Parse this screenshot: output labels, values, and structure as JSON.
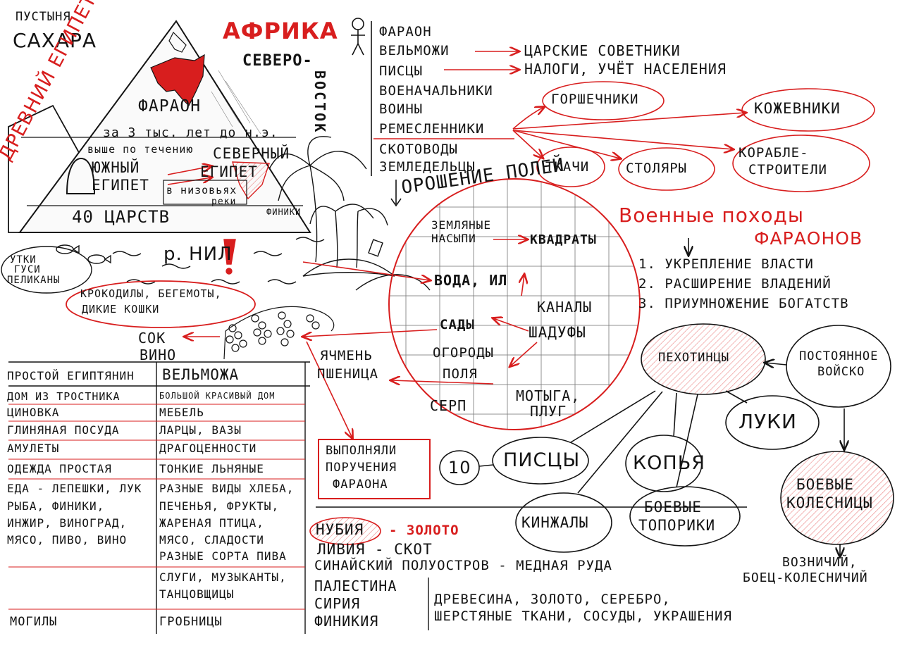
{
  "colors": {
    "ink": "#141414",
    "red": "#d81e1e",
    "hatch": "#e7a9a9"
  },
  "top": {
    "desert": [
      "ПУСТЫНЯ",
      "САХАРА"
    ],
    "africa": "АФРИКА",
    "northeast_1": "СЕВЕРО-",
    "northeast_2": "ВОСТОК"
  },
  "pyramid": {
    "ancient_egypt": "ДРЕВНИЙ ЕГИПЕТ",
    "pharaoh": "ФАРАОН",
    "era": "за 3 тыс. лет до н.э.",
    "upstream": "выше по течению",
    "south_1": "ЮЖНЫЙ",
    "south_2": "ЕГИПЕТ",
    "north_1": "СЕВЕРНЫЙ",
    "north_2": "ЕГИПЕТ",
    "downstream_1": "в низовьях",
    "downstream_2": "реки",
    "kingdoms": "40 ЦАРСТВ",
    "dates": "ФИНИКИ"
  },
  "nile": {
    "river": "р. НИЛ",
    "birds": [
      "УТКИ",
      "ГУСИ",
      "ПЕЛИКАНЫ"
    ],
    "animals": [
      "КРОКОДИЛЫ, БЕГЕМОТЫ,",
      "ДИКИЕ КОШКИ"
    ],
    "juice": [
      "СОК",
      "ВИНО"
    ]
  },
  "hierarchy": {
    "levels": [
      "ФАРАОН",
      "ВЕЛЬМОЖИ",
      "ПИСЦЫ",
      "ВОЕНАЧАЛЬНИКИ",
      "ВОИНЫ",
      "РЕМЕСЛЕННИКИ",
      "СКОТОВОДЫ",
      "ЗЕМЛЕДЕЛЬЦЫ"
    ],
    "nobles_role": "ЦАРСКИЕ СОВЕТНИКИ",
    "scribes_role": "НАЛОГИ, УЧЁТ НАСЕЛЕНИЯ",
    "crafts": [
      "ГОРШЕЧНИКИ",
      "КОЖЕВНИКИ",
      "ТКАЧИ",
      "СТОЛЯРЫ",
      "КОРАБЛЕ-",
      "СТРОИТЕЛИ"
    ]
  },
  "irrigation": {
    "title": "ОРОШЕНИЕ ПОЛЕЙ",
    "mounds_1": "ЗЕМЛЯНЫЕ",
    "mounds_2": "НАСЫПИ",
    "squares": "КВАДРАТЫ",
    "water": "ВОДА, ИЛ",
    "canals": "КАНАЛЫ",
    "gardens": "САДЫ",
    "shadufs": "ШАДУФЫ",
    "vegetable": "ОГОРОДЫ",
    "fields": "ПОЛЯ",
    "sickle": "СЕРП",
    "hoe_1": "МОТЫГА,",
    "hoe_2": "ПЛУГ",
    "barley_1": "ЯЧМЕНЬ",
    "barley_2": "ПШЕНИЦА"
  },
  "table": {
    "headers": [
      "ПРОСТОЙ ЕГИПТЯНИН",
      "ВЕЛЬМОЖА"
    ],
    "left": [
      "ДОМ ИЗ ТРОСТНИКА",
      "ЦИНОВКА",
      "ГЛИНЯНАЯ ПОСУДА",
      "АМУЛЕТЫ",
      "ОДЕЖДА ПРОСТАЯ",
      "ЕДА - ЛЕПЕШКИ, ЛУК",
      "РЫБА, ФИНИКИ,",
      "ИНЖИР, ВИНОГРАД,",
      "МЯСО, ПИВО, ВИНО",
      "",
      "",
      "",
      "МОГИЛЫ"
    ],
    "right": [
      "БОЛЬШОЙ КРАСИВЫЙ ДОМ",
      "МЕБЕЛЬ",
      "ЛАРЦЫ, ВАЗЫ",
      "ДРАГОЦЕННОСТИ",
      "ТОНКИЕ ЛЬНЯНЫЕ",
      "РАЗНЫЕ ВИДЫ ХЛЕБА,",
      "ПЕЧЕНЬЯ, ФРУКТЫ,",
      "ЖАРЕНАЯ ПТИЦА,",
      "МЯСО, СЛАДОСТИ",
      "РАЗНЫЕ СОРТА ПИВА",
      "СЛУГИ, МУЗЫКАНТЫ,",
      "ТАНЦОВЩИЦЫ",
      "ГРОБНИЦЫ"
    ],
    "errands": [
      "ВЫПОЛНЯЛИ",
      "ПОРУЧЕНИЯ",
      "ФАРАОНА"
    ]
  },
  "campaigns": {
    "title_1": "Военные походы",
    "title_2": "ФАРАОНОВ",
    "goals": [
      "1. УКРЕПЛЕНИЕ ВЛАСТИ",
      "2. РАСШИРЕНИЕ ВЛАДЕНИЙ",
      "3. ПРИУМНОЖЕНИЕ БОГАТСТВ"
    ]
  },
  "army": {
    "infantry": "ПЕХОТИНЦЫ",
    "standing_1": "ПОСТОЯННОЕ",
    "standing_2": "ВОЙСКО",
    "bows": "ЛУКИ",
    "spears": "КОПЬЯ",
    "scribes": "ПИСЦЫ",
    "ten": "10",
    "daggers": "КИНЖАЛЫ",
    "axes_1": "БОЕВЫЕ",
    "axes_2": "ТОПОРИКИ",
    "chariots_1": "БОЕВЫЕ",
    "chariots_2": "КОЛЕСНИЦЫ",
    "driver_1": "ВОЗНИЧИЙ,",
    "driver_2": "БОЕЦ-КОЛЕСНИЧИЙ"
  },
  "trade": {
    "nubia": "НУБИЯ",
    "gold": "- ЗОЛОТО",
    "libya": "ЛИВИЯ - СКОТ",
    "sinai": "СИНАЙСКИЙ ПОЛУОСТРОВ - МЕДНАЯ РУДА",
    "lands": [
      "ПАЛЕСТИНА",
      "СИРИЯ",
      "ФИНИКИЯ"
    ],
    "goods_1": "ДРЕВЕСИНА, ЗОЛОТО, СЕРЕБРО,",
    "goods_2": "ШЕРСТЯНЫЕ ТКАНИ, СОСУДЫ, УКРАШЕНИЯ"
  }
}
